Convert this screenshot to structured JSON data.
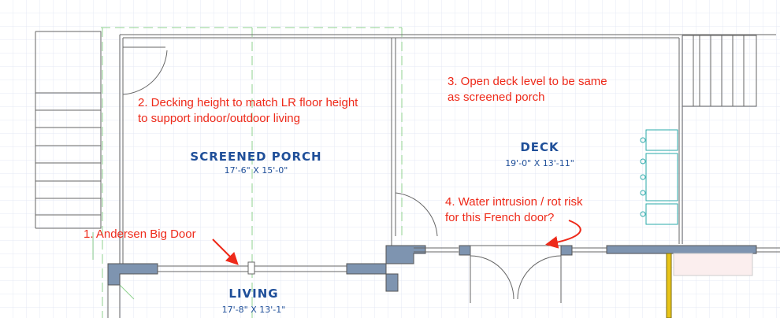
{
  "rooms": {
    "screened_porch": {
      "name": "SCREENED PORCH",
      "dims": "17'-6\" X 15'-0\""
    },
    "deck": {
      "name": "DECK",
      "dims": "19'-0\" X 13'-11\""
    },
    "living": {
      "name": "LIVING",
      "dims": "17'-8\" X 13'-1\""
    }
  },
  "annotations": {
    "note1": "1. Andersen Big Door",
    "note2_line1": "2. Decking height to match LR floor height",
    "note2_line2": "to support indoor/outdoor living",
    "note3_line1": "3. Open deck level to be same",
    "note3_line2": "as screened porch",
    "note4_line1": "4. Water intrusion / rot risk",
    "note4_line2": "for this French door?"
  },
  "colors": {
    "annotation": "#ee2a1a",
    "room_label": "#1f4f99",
    "wall": "#7e94b0",
    "grid": "#e4e8f4"
  }
}
